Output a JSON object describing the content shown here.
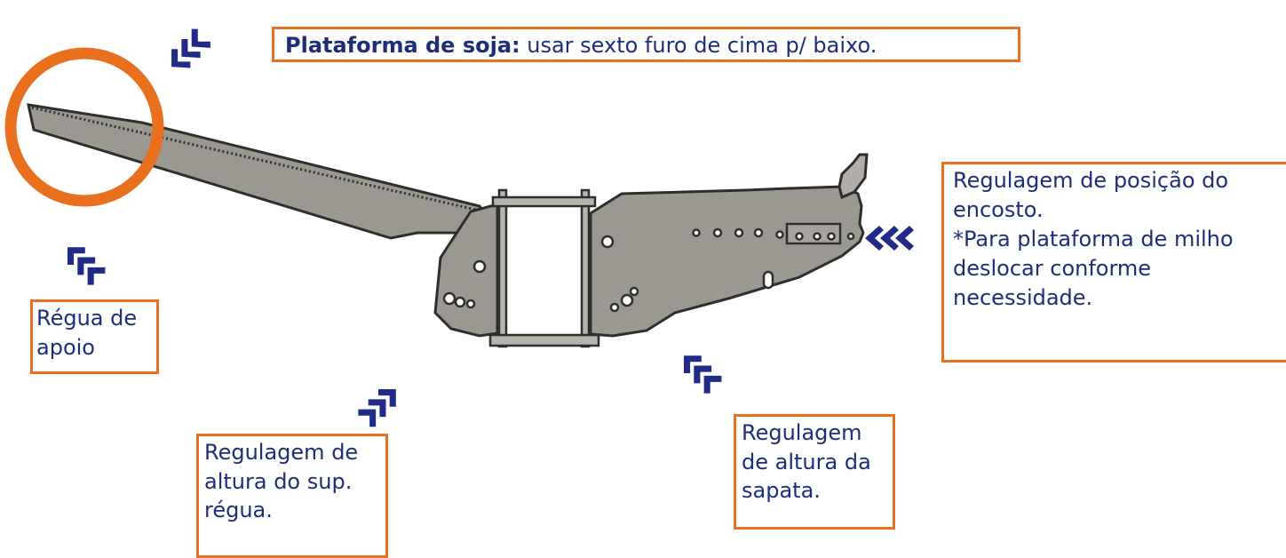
{
  "colors": {
    "accent_orange": "#e8701f",
    "text_navy": "#1e2d78",
    "arrow_navy": "#1f2b86",
    "part_gray": "#9a9890",
    "part_outline": "#2e2e2c"
  },
  "labels": {
    "top": {
      "bold": "Plataforma de soja:",
      "rest": " usar sexto furo de cima p/ baixo."
    },
    "regua": [
      "Régua de",
      "apoio"
    ],
    "sup": [
      "Regulagem de",
      "altura do sup.",
      "régua."
    ],
    "sapata": [
      "Regulagem",
      "de altura da",
      "sapata."
    ],
    "encosto": [
      "Regulagem de posição do",
      "encosto.",
      "*Para plataforma de milho",
      "deslocar conforme",
      "necessidade."
    ]
  },
  "icons": [
    "chevron-arrows-icon",
    "highlight-circle"
  ]
}
